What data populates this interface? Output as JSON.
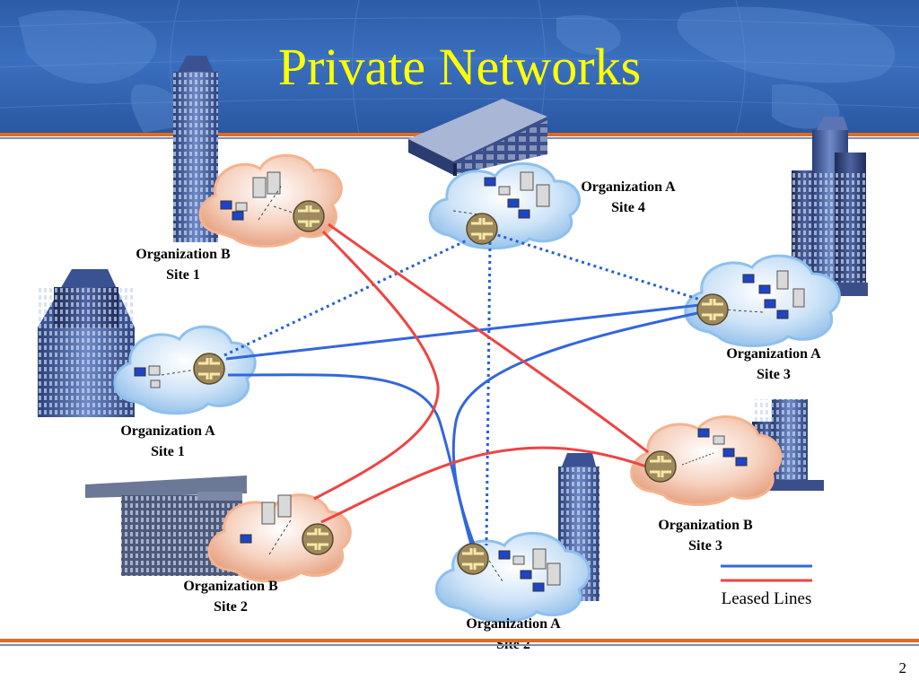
{
  "slide": {
    "title": "Private Networks",
    "page_number": "2"
  },
  "sites": [
    {
      "org": "Organization B",
      "site": "Site 1",
      "cloud_color": "#f0b898"
    },
    {
      "org": "Organization A",
      "site": "Site 4",
      "cloud_color": "#b8d8f4"
    },
    {
      "org": "Organization A",
      "site": "Site 3",
      "cloud_color": "#b8d8f4"
    },
    {
      "org": "Organization A",
      "site": "Site 1",
      "cloud_color": "#b8d8f4"
    },
    {
      "org": "Organization B",
      "site": "Site 3",
      "cloud_color": "#f0b898"
    },
    {
      "org": "Organization B",
      "site": "Site 2",
      "cloud_color": "#f0b898"
    },
    {
      "org": "Organization A",
      "site": "Site 2",
      "cloud_color": "#b8d8f4"
    }
  ],
  "legend": {
    "label": "Leased Lines",
    "organization_a_color": "#3366dd",
    "organization_b_color": "#ee4444"
  },
  "colors": {
    "title": "#ffff00",
    "header_background": "#2f62b0",
    "accent_rule": "#e36b1e",
    "vpn_dotted": "#2a5fd6"
  }
}
